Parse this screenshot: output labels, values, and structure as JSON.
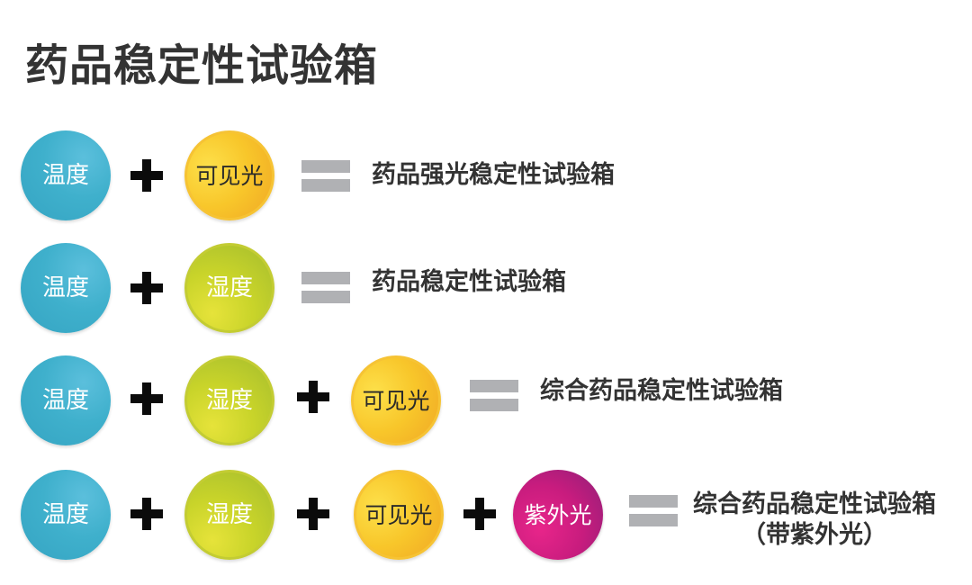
{
  "title": "药品稳定性试验箱",
  "colors": {
    "temperature": "#3fb0cc",
    "humidity": "#c9d42a",
    "visible_light": "#f8c62a",
    "uv_light": "#c81c7e",
    "equals_bar": "#b0b1b4",
    "text": "#333333"
  },
  "rows": [
    {
      "factors": [
        "温度",
        "可见光"
      ],
      "result": "药品强光稳定性试验箱"
    },
    {
      "factors": [
        "温度",
        "湿度"
      ],
      "result": "药品稳定性试验箱"
    },
    {
      "factors": [
        "温度",
        "湿度",
        "可见光"
      ],
      "result": "综合药品稳定性试验箱"
    },
    {
      "factors": [
        "温度",
        "湿度",
        "可见光",
        "紫外光"
      ],
      "result": "综合药品稳定性试验箱",
      "result_sub": "（带紫外光）"
    }
  ],
  "symbols": {
    "plus": "plus-icon",
    "equals": "equals-icon"
  }
}
